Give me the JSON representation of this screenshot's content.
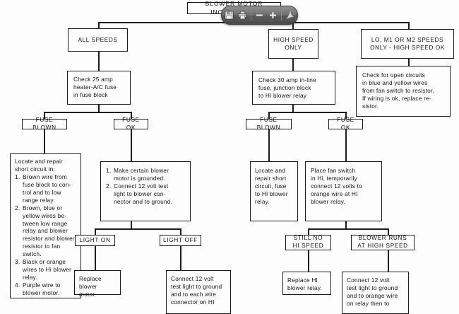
{
  "document": {
    "title": "BLOWER MOTOR INOPERATIVE",
    "type": "troubleshooting-flowchart"
  },
  "toolbar": {
    "buttons": [
      {
        "name": "save-icon",
        "label": "Save"
      },
      {
        "name": "print-icon",
        "label": "Print"
      },
      {
        "name": "zoom-out-icon",
        "label": "Zoom out"
      },
      {
        "name": "zoom-in-icon",
        "label": "Zoom in"
      },
      {
        "name": "adobe-pdf-icon",
        "label": "Adobe PDF"
      }
    ]
  },
  "nodes": {
    "root": "BLOWER MOTOR INOPERATIVE",
    "branch_all_speeds": "ALL SPEEDS",
    "check_25_amp": "Check 25 amp\nheater-A/C fuse\nin fuse block",
    "fuse_blown_left": "FUSE BLOWN",
    "fuse_ok_left": "FUSE OK",
    "locate_repair_short_lead": "Locate and repair\nshort circuit in:",
    "locate_repair_short_items": [
      "Brown wire from\nfuse block to con-\ntrol and to low\nrange relay.",
      "Brown, blue or\nyellow wires be-\ntween low range\nrelay and blower\nresistor and blower\nresistor to fan\nswitch.",
      "Black or orange\nwires to Hi blower\nrelay.",
      "Purple wire to\nblower motor."
    ],
    "locate_repair_short_numbers": [
      "1.",
      "2.",
      "3.",
      "4."
    ],
    "make_certain_items": [
      "Make certain blower\nmotor is grounded.",
      "Connect 12 volt test\nlight to blower con-\nnector and to ground."
    ],
    "make_certain_numbers": [
      "1.",
      "2."
    ],
    "light_on": "LIGHT ON",
    "light_off": "LIGHT OFF",
    "replace_blower_motor": "Replace\nblower motor.",
    "connect_12v_each_wire": "Connect 12 volt\ntest light to ground\nand to each wire\nconnector on HI",
    "branch_high_speed_only": "HIGH SPEED\nONLY",
    "check_30_amp": "Check 30 amp in-line\nfuse, junction block\nto HI blower relay",
    "fuse_blown_right": "FUSE BLOWN",
    "fuse_ok_right": "FUSE OK",
    "locate_repair_short_fuse": "Locate and\nrepair short\ncircuit, fuse\nto HI blower\nrelay.",
    "place_fan_switch": "Place fan switch\nin Hi, temporarily\nconnect 12 volts to\norange wire at HI\nblower relay.",
    "still_no_hi_speed": "STILL NO\nHI SPEED",
    "blower_runs_high": "BLOWER RUNS\nAT HIGH SPEED",
    "replace_hi_blower_relay": "Replace HI\nblower relay.",
    "connect_12v_orange_wire": "Connect 12 volt\ntest light to ground\nand to orange wire\non relay then to",
    "branch_lo_m1_m2": "LO, M1 OR M2 SPEEDS\nONLY - HIGH SPEED OK",
    "check_open_circuits": "Check for open circuits\nin blue and yellow wires\nfrom fan switch to resistor.\nIf wiring is ok, replace re-\nsistor."
  },
  "colors": {
    "page_background": "#fdfdfd",
    "ink": "#1c1c1c",
    "toolbar_background": "#5a5a5a"
  }
}
